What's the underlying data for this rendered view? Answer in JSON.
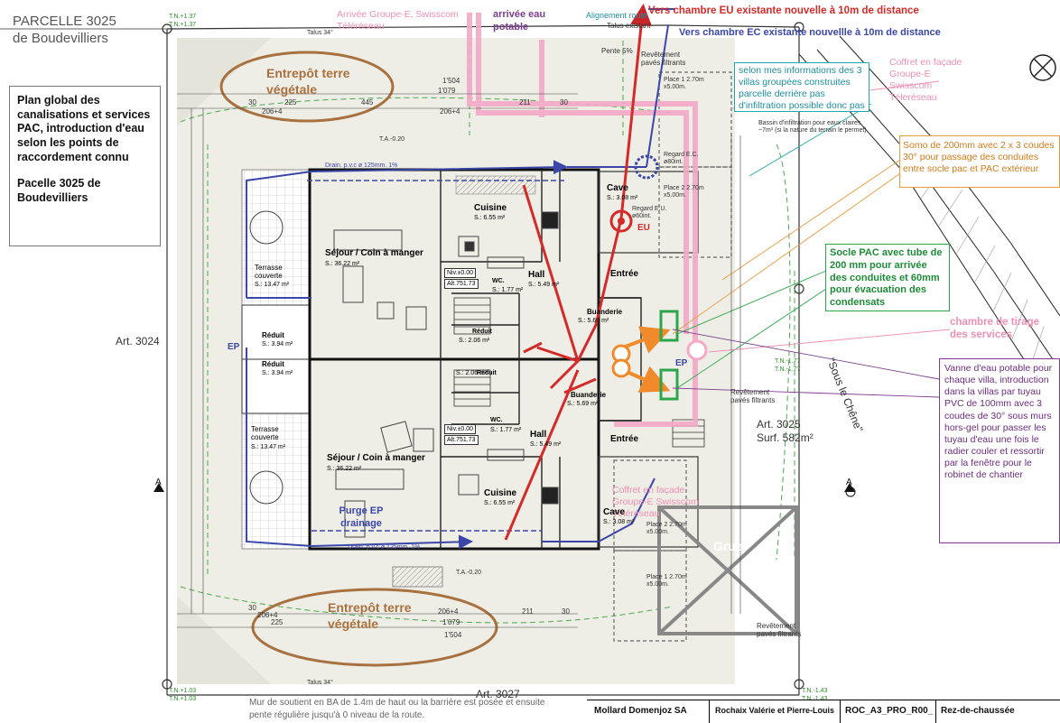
{
  "header": {
    "parcel_title": "PARCELLE 3025",
    "parcel_subtitle": "de Boudevilliers"
  },
  "info_box": {
    "line1": "Plan global des canalisations et services PAC, introduction d'eau selon les points de raccordement connu",
    "line2": "Pacelle 3025 de Boudevilliers"
  },
  "top_annotations": {
    "groupe_e": "Arrivée Groupe-E, Swisscom Téléréseau",
    "eau_potable": "arrivée eau potable",
    "alignement_route": "Alignement route",
    "talus_existant": "Talus existant",
    "chambre_eu": "Vers chambre EU existante nouvelle à 10m de distance",
    "chambre_ec": "Vers chambre EC existante nouvellle à 10m de distance"
  },
  "notes": {
    "teal": "selon mes informations des 3 villas groupées construites parcelle derrière pas d'infiltration possible donc pas",
    "coffret_top": "Coffret en façade Groupe-E Swisscom Téleréseau",
    "basin": "Bassin d'infiltration pour eaux claires ~7m³ (si la nature du terrain le permet)",
    "somo": "Somo de 200mm avec 2 x 3 coudes 30° pour passage des conduites entre socle pac et PAC extérieur",
    "socle": "Socle PAC avec tube de 200 mm pour arrivée des conduites et 60mm pour évacuation des condensats",
    "chambre_tirage": "chambre de tirage des services",
    "vanne": "Vanne d'eau potable pour chaque villa, introduction dans la villas par tuyau PVC de 100mm avec 3 coudes de 30° sous murs hors-gel pour passer les tuyau d'eau une fois le radier couler et ressortir par la fenêtre pour le robinet de chantier",
    "coffret_bottom": "Coffret en façade Groupe-E Swisscom Téléréseau",
    "purge": "Purge EP drainage",
    "mur": "Mur de soutient en BA de 1.4m de haut ou la barrière est posée et ensuite pente régulière jusqu'à 0 niveau de la route."
  },
  "labels": {
    "entrepot_top": "Entrepôt terre végétale",
    "entrepot_bottom": "Entrepôt terre végétale",
    "grue": "Grue",
    "art_3024": "Art. 3024",
    "art_3025": "Art. 3025",
    "surf": "Surf. 582m²",
    "art_3027": "Art. 3027",
    "sous_le_chene": "\"Sous le Chêne\"",
    "eu": "EU",
    "ep": "EP",
    "ep_left": "EP",
    "section_a": "A",
    "pente": "Pente 5%",
    "revetement": "Revêtement pavés filtrants",
    "regard_eu": "Regard E.U. ø60int.",
    "regard_ec": "Regard E.C. ø80int.",
    "talus34": "Talus 34°",
    "ta020": "T.A.-0.20",
    "tn137": "T.N.+1.37",
    "tn103": "T.N.+1.03",
    "tn143": "T.N.-1.43",
    "tn177": "T.N.-1.77",
    "place1": "Place 1 2.70m x5.00m.",
    "place2": "Place 2 2.70m x5.00m.",
    "drain": "Drain. p.v.c ø 125mm. 1%",
    "dims_top": [
      "30",
      "206+4",
      "225",
      "445",
      "1'079",
      "1'504",
      "206+4",
      "211",
      "30"
    ],
    "dims_bottom": [
      "30",
      "206+4",
      "225",
      "1'079",
      "1'504",
      "206+4",
      "211",
      "30"
    ]
  },
  "unit_upper": {
    "cave": "Cave",
    "cave_area": "S.: 3.08 m²",
    "cuisine": "Cuisine",
    "cuisine_area": "S.: 6.55 m²",
    "sejour": "Séjour / Coin à manger",
    "sejour_area": "S.: 36.22 m²",
    "terrasse": "Terrasse couverte",
    "terrasse_area": "S.: 13.47 m²",
    "reduit": "Réduit",
    "reduit_area": "S.: 3.94 m²",
    "hall": "Hall",
    "hall_area": "S.: 5.49 m²",
    "entree": "Entrée",
    "buanderie": "Buanderie",
    "buanderie_area": "S.: 5.69 m²",
    "wc": "WC.",
    "wc_area": "S.: 1.77 m²",
    "reduit2": "Réduit",
    "reduit2_area": "S.: 2.06 m²",
    "niv": "Niv.±0.00",
    "alt": "Alt.751.73"
  },
  "unit_lower": {
    "cave": "Cave",
    "cave_area": "S.: 3.08 m²",
    "cuisine": "Cuisine",
    "cuisine_area": "S.: 6.55 m²",
    "sejour": "Séjour / Coin à manger",
    "sejour_area": "S.: 36.22 m²",
    "terrasse": "Terrasse couverte",
    "terrasse_area": "S.: 13.47 m²",
    "reduit": "Réduit",
    "reduit_area": "S.: 3.94 m²",
    "hall": "Hall",
    "hall_area": "S.: 5.49 m²",
    "entree": "Entrée",
    "buanderie": "Buanderie",
    "buanderie_area": "S.: 5.69 m²",
    "wc": "WC.",
    "wc_area": "S.: 1.77 m²",
    "reduit2": "Réduit",
    "reduit2_area": "S.: 2.06 m²",
    "niv": "Niv.±0.00",
    "alt": "Alt.751.73"
  },
  "title_block": {
    "company": "Mollard Domenjoz SA",
    "client": "Rochaix Valérie et Pierre-Louis",
    "file": "ROC_A3_PRO_R00_",
    "level": "Rez-de-chaussée"
  },
  "colors": {
    "eu_red": "#d42a2a",
    "ec_blue": "#3a46a8",
    "pink": "#f4a9c6",
    "green_dash": "#4ca84c",
    "brown": "#a9713f",
    "orange": "#f08a2a"
  }
}
